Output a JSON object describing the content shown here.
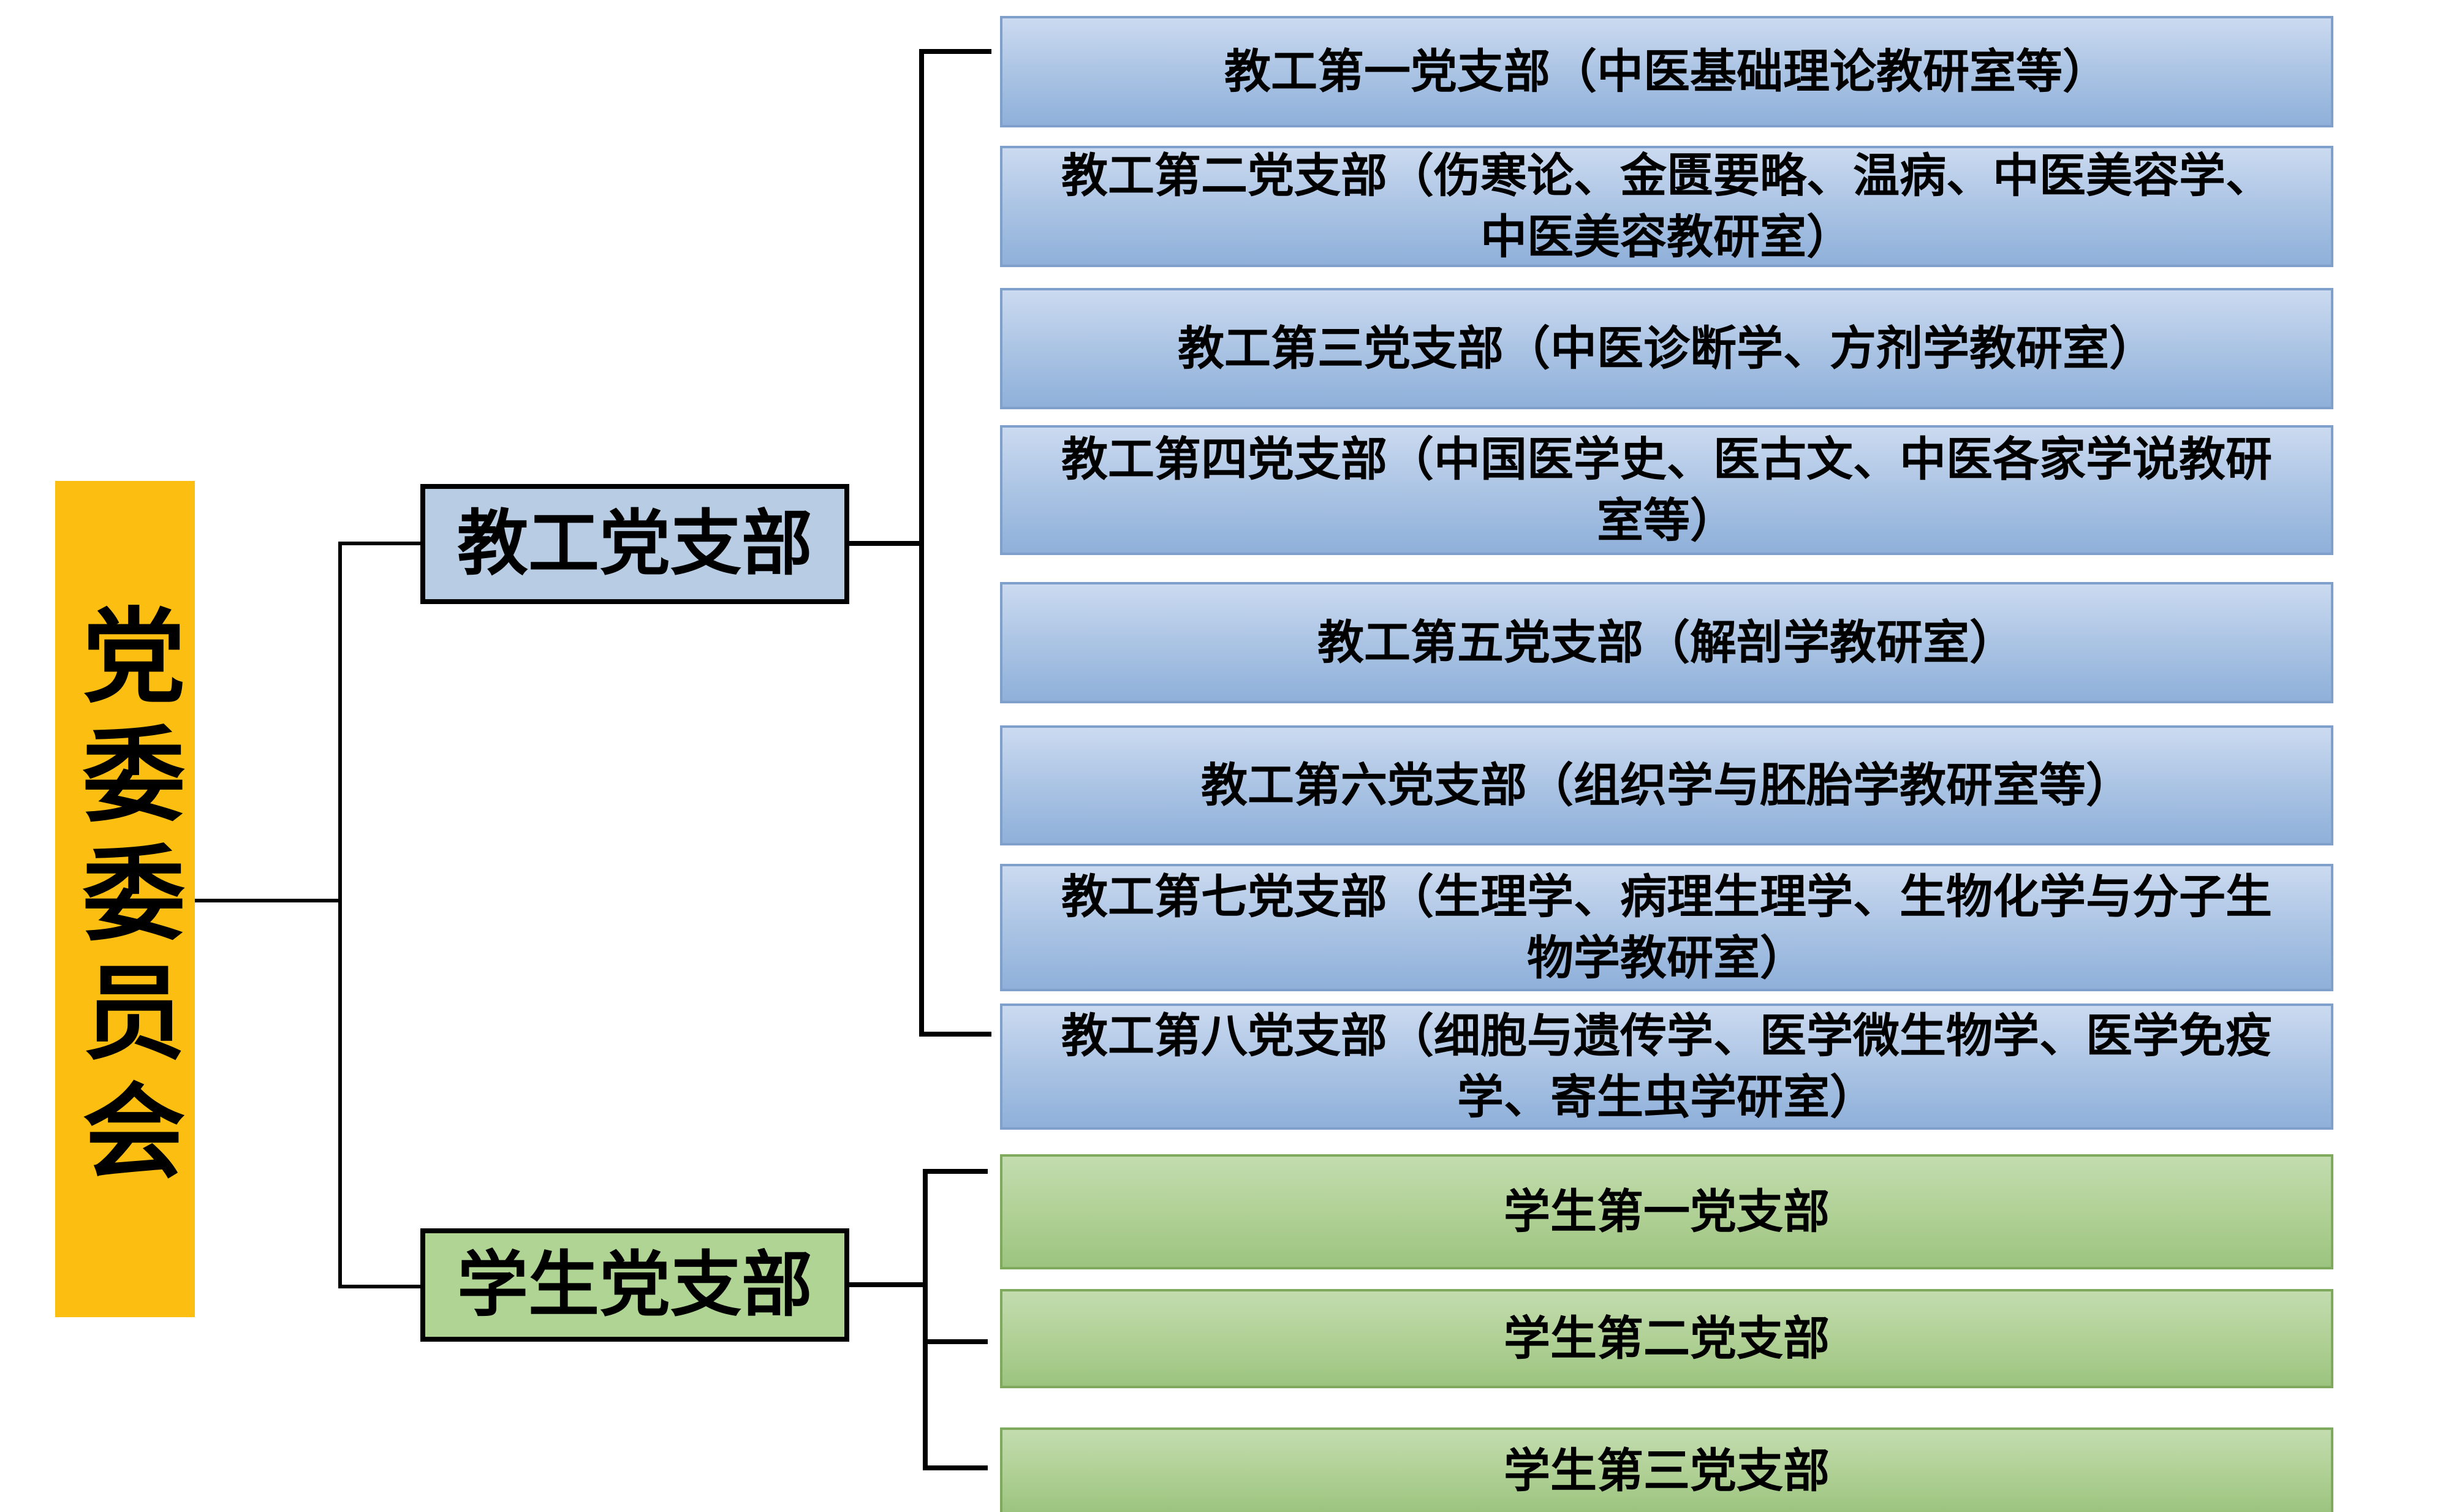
{
  "org": {
    "root": {
      "label": "党委委员会"
    },
    "groups": [
      {
        "label": "教工党支部",
        "children": [
          "教工第一党支部（中医基础理论教研室等）",
          "教工第二党支部（伤寒论、金匮要略、温病、中医美容学、中医美容教研室）",
          "教工第三党支部（中医诊断学、方剂学教研室）",
          "教工第四党支部（中国医学史、医古文、中医各家学说教研室等）",
          "教工第五党支部（解剖学教研室）",
          "教工第六党支部（组织学与胚胎学教研室等）",
          "教工第七党支部（生理学、病理生理学、生物化学与分子生物学教研室）",
          "教工第八党支部（细胞与遗传学、医学微生物学、医学免疫学、寄生虫学研室）"
        ]
      },
      {
        "label": "学生党支部",
        "children": [
          "学生第一党支部",
          "学生第二党支部",
          "学生第三党支部"
        ]
      }
    ]
  },
  "colors": {
    "root_fill": "#FCBE10",
    "faculty_header_fill": "#B8CCE4",
    "student_header_fill": "#AFD494",
    "faculty_leaf_fill_top": "#CBDAF0",
    "faculty_leaf_fill_bottom": "#8FB0DA",
    "faculty_leaf_border": "#7FA0CB",
    "student_leaf_fill_top": "#C3DCAF",
    "student_leaf_fill_bottom": "#9CC47F",
    "student_leaf_border": "#7FA95C",
    "header_border": "#000000",
    "connector": "#000000",
    "text": "#000000"
  }
}
